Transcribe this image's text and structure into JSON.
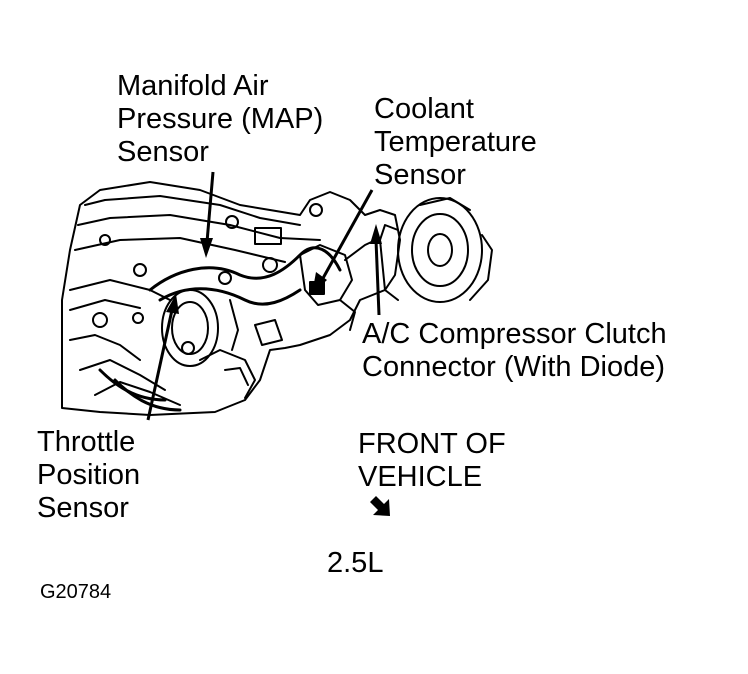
{
  "callouts": {
    "map_sensor": [
      "Manifold Air",
      "Pressure (MAP)",
      "Sensor"
    ],
    "coolant_sensor": [
      "Coolant",
      "Temperature",
      "Sensor"
    ],
    "ac_connector": [
      "A/C Compressor Clutch",
      "Connector (With Diode)"
    ],
    "throttle_sensor": [
      "Throttle",
      "Position",
      "Sensor"
    ]
  },
  "orientation": {
    "line1": "FRONT OF",
    "line2": "VEHICLE",
    "arrow_icon": "arrow-down-right-icon"
  },
  "engine_label": "2.5L",
  "figure_id": "G20784",
  "colors": {
    "ink": "#000000",
    "paper": "#ffffff"
  }
}
